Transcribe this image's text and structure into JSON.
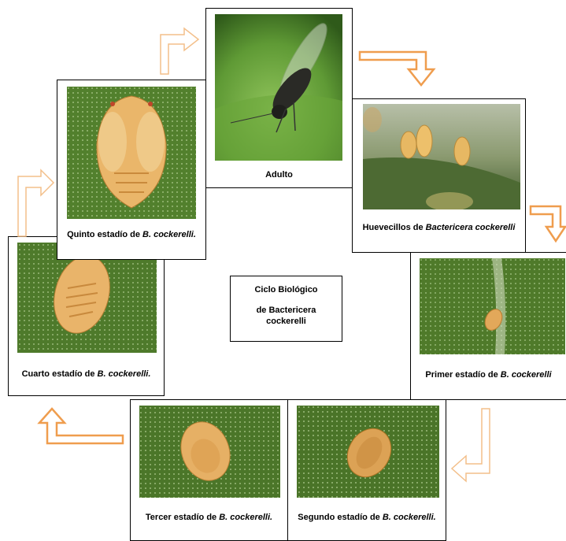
{
  "center": {
    "line1": "Ciclo Biológico",
    "line2": "de Bactericera cockerelli"
  },
  "stages": {
    "adulto": {
      "label": "Adulto"
    },
    "huevecillos": {
      "prefix": "Huevecillos de ",
      "italic": "Bactericera cockerelli"
    },
    "primer": {
      "prefix": "Primer estadío de ",
      "italic": "B. cockerelli"
    },
    "segundo": {
      "prefix": "Segundo estadío de ",
      "italic": "B. cockerelli."
    },
    "tercer": {
      "prefix": "Tercer estadío de ",
      "italic": "B. cockerelli."
    },
    "cuarto": {
      "prefix": "Cuarto estadío de ",
      "italic": "B. cockerelli."
    },
    "quinto": {
      "prefix": "Quinto estadío de ",
      "italic": "B. cockerelli."
    }
  },
  "colors": {
    "arrow_orange": "#f0a050",
    "leaf_green": "#4f7a2a",
    "insect_amber": "#e6b25a"
  },
  "icons": [
    "flow-arrow-icon"
  ]
}
